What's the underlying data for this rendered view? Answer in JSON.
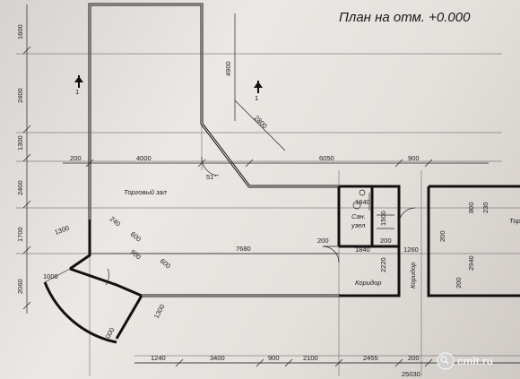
{
  "title": "План на отм. +0.000",
  "section_marks": [
    "1",
    "1"
  ],
  "rooms": {
    "hall": "Торговый зал",
    "toilet_1": "Сан.",
    "toilet_2": "узел",
    "corridor_h": "Коридор",
    "corridor_v": "Коридор",
    "right_room": "Тор"
  },
  "dimensions": {
    "left_1": "1600",
    "left_2": "2400",
    "left_3": "1300",
    "left_4": "2400",
    "left_5": "1700",
    "left_6": "2060",
    "top_200": "200",
    "top_4000": "4000",
    "top_6050": "6050",
    "top_900": "900",
    "d_4900": "4900",
    "d_2800": "2800",
    "angle": "51°",
    "d_1840a": "1840",
    "d_1500": "1500",
    "d_800r": "800",
    "d_230": "230",
    "d_240": "240",
    "d_600a": "600",
    "d_900b": "900",
    "d_600b": "600",
    "d_1300": "1300",
    "d_7680": "7680",
    "d_200a": "200",
    "d_200b": "200",
    "d_1840b": "1840",
    "d_1260": "1260",
    "d_2220": "2220",
    "d_2940": "2940",
    "d_200r1": "200",
    "d_200r2": "200",
    "d_1000a": "1000",
    "d_1300b": "1300",
    "d_1000b": "1000",
    "b_1240": "1240",
    "b_3400": "3400",
    "b_900": "900",
    "b_2100": "2100",
    "b_2455": "2455",
    "b_200": "200",
    "b_25030": "25030"
  },
  "watermark": "cmlt.ru"
}
